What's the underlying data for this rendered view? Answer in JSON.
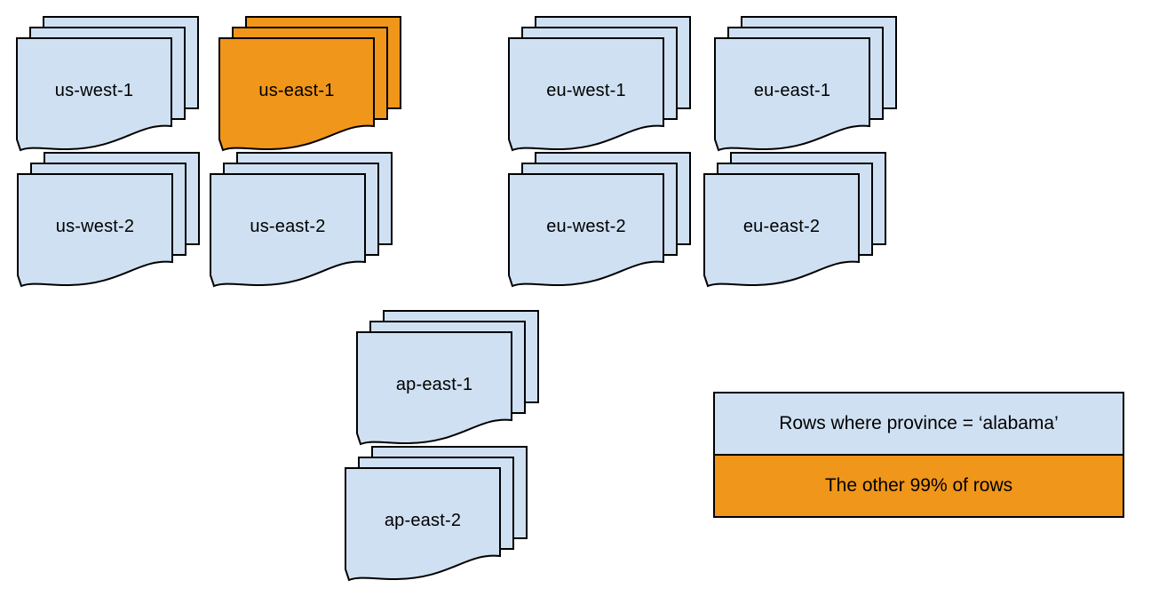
{
  "palette": {
    "region_fill": "#CFE0F2",
    "highlight_fill": "#F0961A",
    "stroke": "#000000",
    "text": "#000000"
  },
  "stacks": [
    {
      "label": "us-west-1",
      "highlighted": false
    },
    {
      "label": "us-east-1",
      "highlighted": true
    },
    {
      "label": "eu-west-1",
      "highlighted": false
    },
    {
      "label": "eu-east-1",
      "highlighted": false
    },
    {
      "label": "us-west-2",
      "highlighted": false
    },
    {
      "label": "us-east-2",
      "highlighted": false
    },
    {
      "label": "eu-west-2",
      "highlighted": false
    },
    {
      "label": "eu-east-2",
      "highlighted": false
    },
    {
      "label": "ap-east-1",
      "highlighted": false
    },
    {
      "label": "ap-east-2",
      "highlighted": false
    }
  ],
  "legend": {
    "items": [
      {
        "label": "Rows where province = ‘alabama’",
        "swatch": "#CFE0F2"
      },
      {
        "label": "The other 99% of rows",
        "swatch": "#F0961A"
      }
    ]
  }
}
